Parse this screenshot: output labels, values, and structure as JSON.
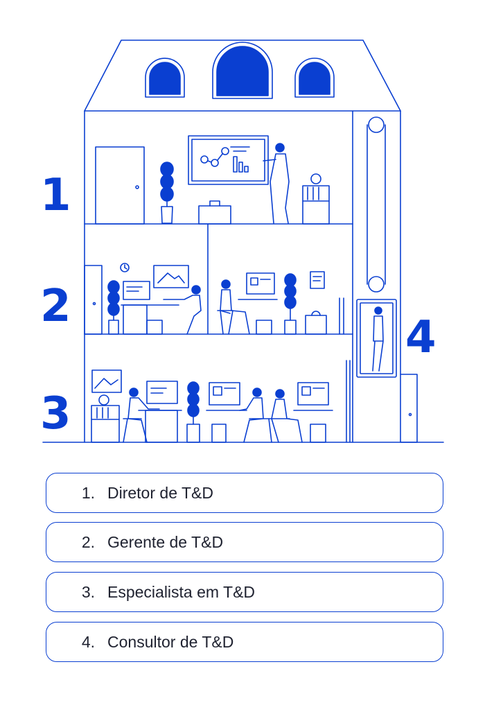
{
  "colors": {
    "accent": "#0a3fd1",
    "text": "#1f2230"
  },
  "floors": [
    {
      "number": "1"
    },
    {
      "number": "2"
    },
    {
      "number": "3"
    },
    {
      "number": "4"
    }
  ],
  "legend": [
    {
      "number": "1.",
      "label": "Diretor de T&D"
    },
    {
      "number": "2.",
      "label": "Gerente de T&D"
    },
    {
      "number": "3.",
      "label": "Especialista em T&D"
    },
    {
      "number": "4.",
      "label": "Consultor de T&D"
    }
  ]
}
